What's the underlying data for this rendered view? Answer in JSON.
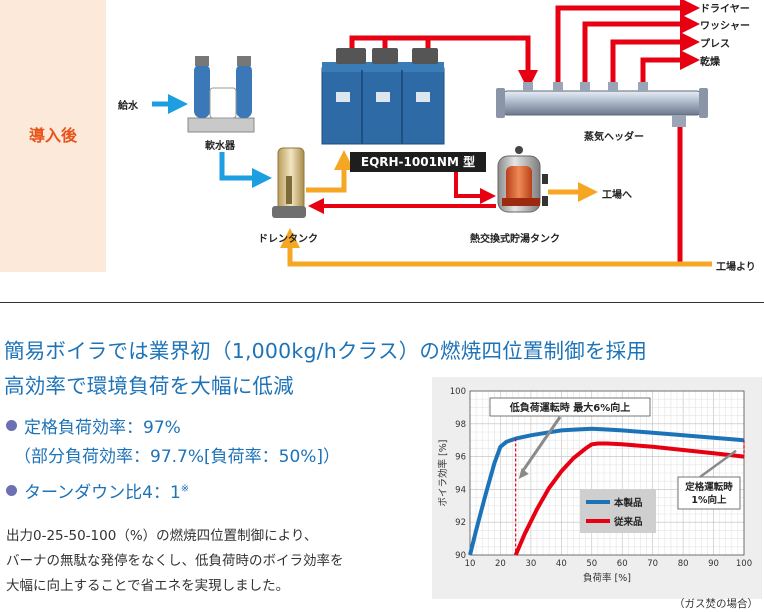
{
  "diagram": {
    "panel_label": "導入後",
    "labels": {
      "feed_water": "給水",
      "softener": "軟水器",
      "model": "EQRH-1001NM 型",
      "steam_header": "蒸気ヘッダー",
      "drain_tank": "ドレンタンク",
      "storage_tank": "熱交換式貯湯タンク",
      "to_factory": "工場へ",
      "from_factory": "工場より",
      "dryer": "ドライヤー",
      "washer": "ワッシャー",
      "press": "プレス",
      "drying": "乾燥"
    },
    "colors": {
      "steam": "#e60012",
      "water": "#1d9ee0",
      "return": "#f5a623",
      "panel": "#fce9d9"
    }
  },
  "headline": {
    "line1": "簡易ボイラでは業界初（1,000kg/hクラス）の燃焼四位置制御を採用",
    "line2": "高効率で環境負荷を大幅に低減"
  },
  "bullets": {
    "b1": "定格負荷効率：97%",
    "b1_sub": "（部分負荷効率：97.7%[負荷率：50%]）",
    "b2": "ターンダウン比4：1",
    "b2_mark": "※"
  },
  "description": [
    "出力0-25-50-100（%）の燃焼四位置制御により、",
    "バーナの無駄な発停をなくし、低負荷時のボイラ効率を",
    "大幅に向上することで省エネを実現しました。"
  ],
  "footnote": "（ガス焚の場合）",
  "chart_data": {
    "type": "line",
    "xlabel": "負荷率 [%]",
    "ylabel": "ボイラ効率 [%]",
    "xlim": [
      10,
      100
    ],
    "ylim": [
      90,
      100
    ],
    "xticks": [
      "10",
      "20",
      "30",
      "40",
      "50",
      "60",
      "70",
      "80",
      "90",
      "100"
    ],
    "yticks": [
      "90",
      "92",
      "94",
      "96",
      "98",
      "100"
    ],
    "grid": true,
    "legend_position": "center-right",
    "series": [
      {
        "name": "本製品",
        "color": "#1d73b8",
        "x": [
          10,
          12,
          15,
          18,
          20,
          22,
          25,
          30,
          35,
          40,
          45,
          50,
          55,
          60,
          70,
          80,
          90,
          100
        ],
        "y": [
          90,
          91.5,
          93.6,
          95.6,
          96.6,
          96.9,
          97.1,
          97.3,
          97.45,
          97.6,
          97.65,
          97.7,
          97.65,
          97.6,
          97.45,
          97.3,
          97.15,
          97.0
        ]
      },
      {
        "name": "従来品",
        "color": "#e60012",
        "x": [
          25,
          28,
          32,
          36,
          40,
          44,
          48,
          50,
          52,
          55,
          60,
          70,
          80,
          90,
          100
        ],
        "y": [
          90,
          91.3,
          92.8,
          94.1,
          95.1,
          95.9,
          96.5,
          96.75,
          96.8,
          96.8,
          96.75,
          96.6,
          96.4,
          96.2,
          96.0
        ]
      }
    ],
    "annotations": [
      {
        "text": "低負荷運転時 最大6%向上"
      },
      {
        "text": "定格運転時",
        "text2": "1%向上"
      }
    ]
  }
}
